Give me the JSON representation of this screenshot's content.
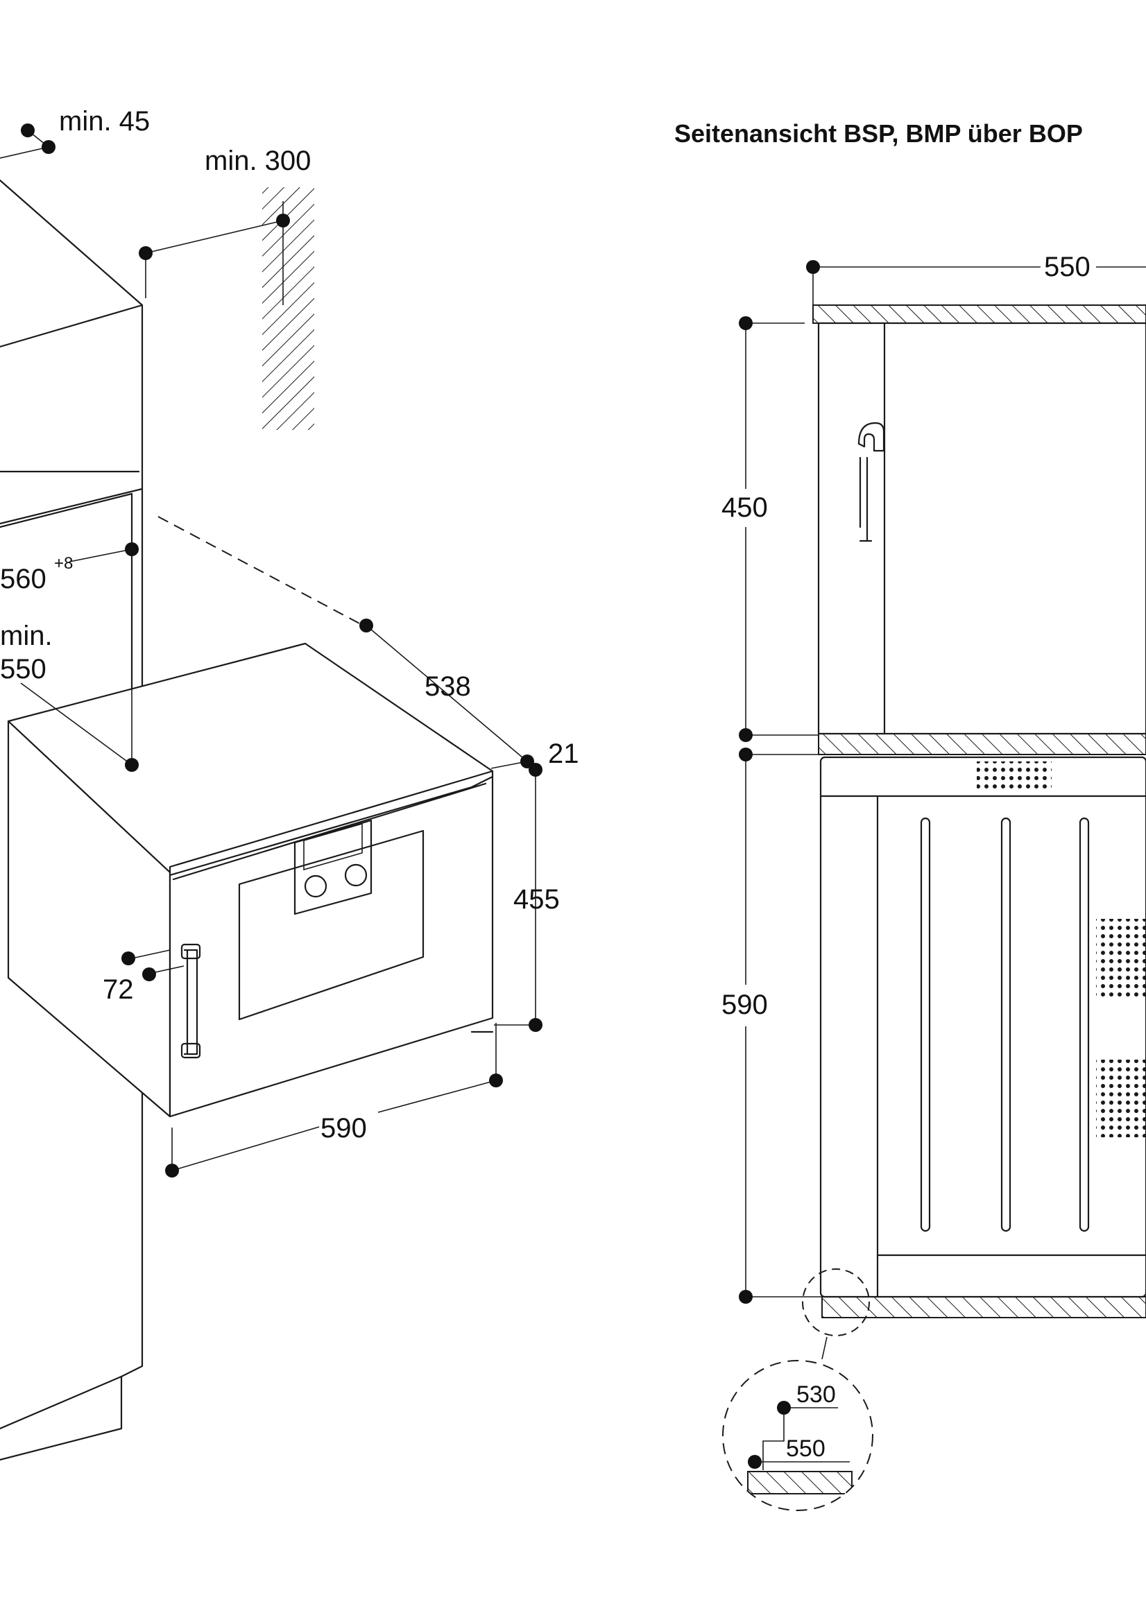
{
  "title": "Seitenansicht BSP, BMP über BOP",
  "left_view": {
    "min_45": "min. 45",
    "min_300": "min. 300",
    "niche_width": "560",
    "niche_width_tol": "+8",
    "min_label": "min.",
    "niche_depth": "550",
    "depth_538": "538",
    "offset_21": "21",
    "height_455": "455",
    "handle_72": "72",
    "width_590": "590"
  },
  "right_view": {
    "depth_550": "550",
    "height_450": "450",
    "height_590": "590",
    "detail_530": "530",
    "detail_550": "550"
  }
}
